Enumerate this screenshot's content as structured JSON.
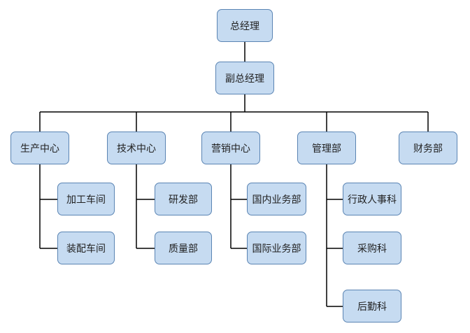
{
  "colors": {
    "node_fill": "#c6dbf1",
    "node_border": "#5a84b3",
    "connector": "#000000"
  },
  "chart": {
    "ceo": "总经理",
    "deputy_ceo": "副总经理",
    "departments": [
      {
        "name": "生产中心",
        "children": [
          "加工车间",
          "装配车间"
        ]
      },
      {
        "name": "技术中心",
        "children": [
          "研发部",
          "质量部"
        ]
      },
      {
        "name": "营销中心",
        "children": [
          "国内业务部",
          "国际业务部"
        ]
      },
      {
        "name": "管理部",
        "children": [
          "行政人事科",
          "采购科",
          "后勤科"
        ]
      },
      {
        "name": "财务部",
        "children": []
      }
    ]
  }
}
